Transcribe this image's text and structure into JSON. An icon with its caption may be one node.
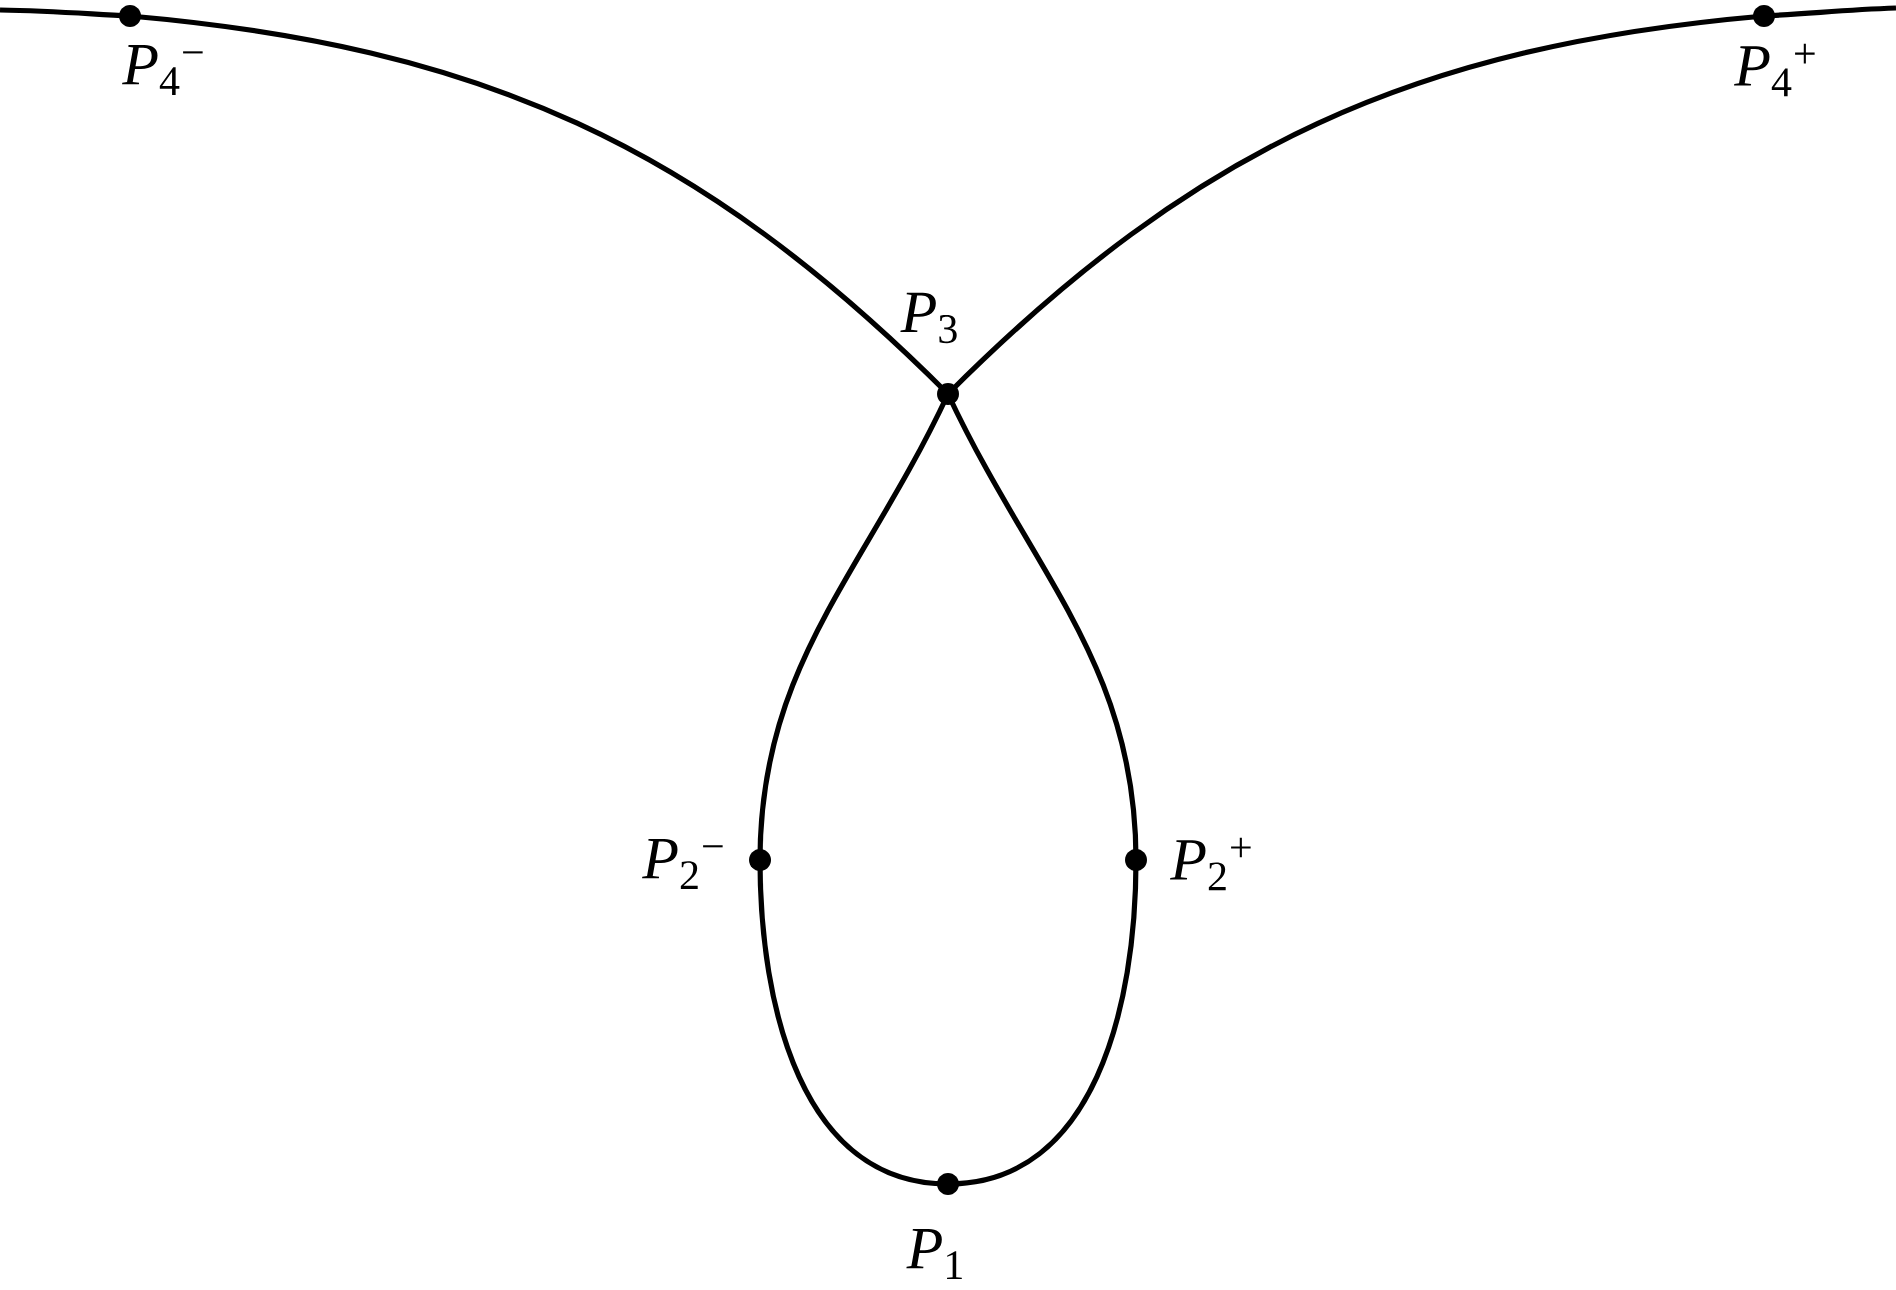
{
  "diagram": {
    "nodes": [
      {
        "text": [
          "*P*$_{4}$$^{−}$"
        ]
      },
      {
        "text": [
          "*P*$_{3}$"
        ]
      },
      {
        "text": [
          "*P*$_{2}$$^{−}$"
        ]
      },
      {
        "text": [
          "*P*$_{1}$"
        ]
      },
      {
        "text": [
          "*P*$_{2}$$^{+}$"
        ]
      },
      {
        "text": [
          "*P*$_{4}$$^{+}$"
        ]
      }
    ],
    "edges": [
      {
        "from": 0,
        "to": 1,
        "arrow": "none"
      },
      {
        "from": 1,
        "to": 2,
        "arrow": "none"
      },
      {
        "from": 2,
        "to": 3,
        "arrow": "none"
      },
      {
        "from": 3,
        "to": 4,
        "arrow": "none"
      },
      {
        "from": 4,
        "to": 1,
        "arrow": "none"
      },
      {
        "from": 1,
        "to": 5,
        "arrow": "none"
      }
    ]
  }
}
